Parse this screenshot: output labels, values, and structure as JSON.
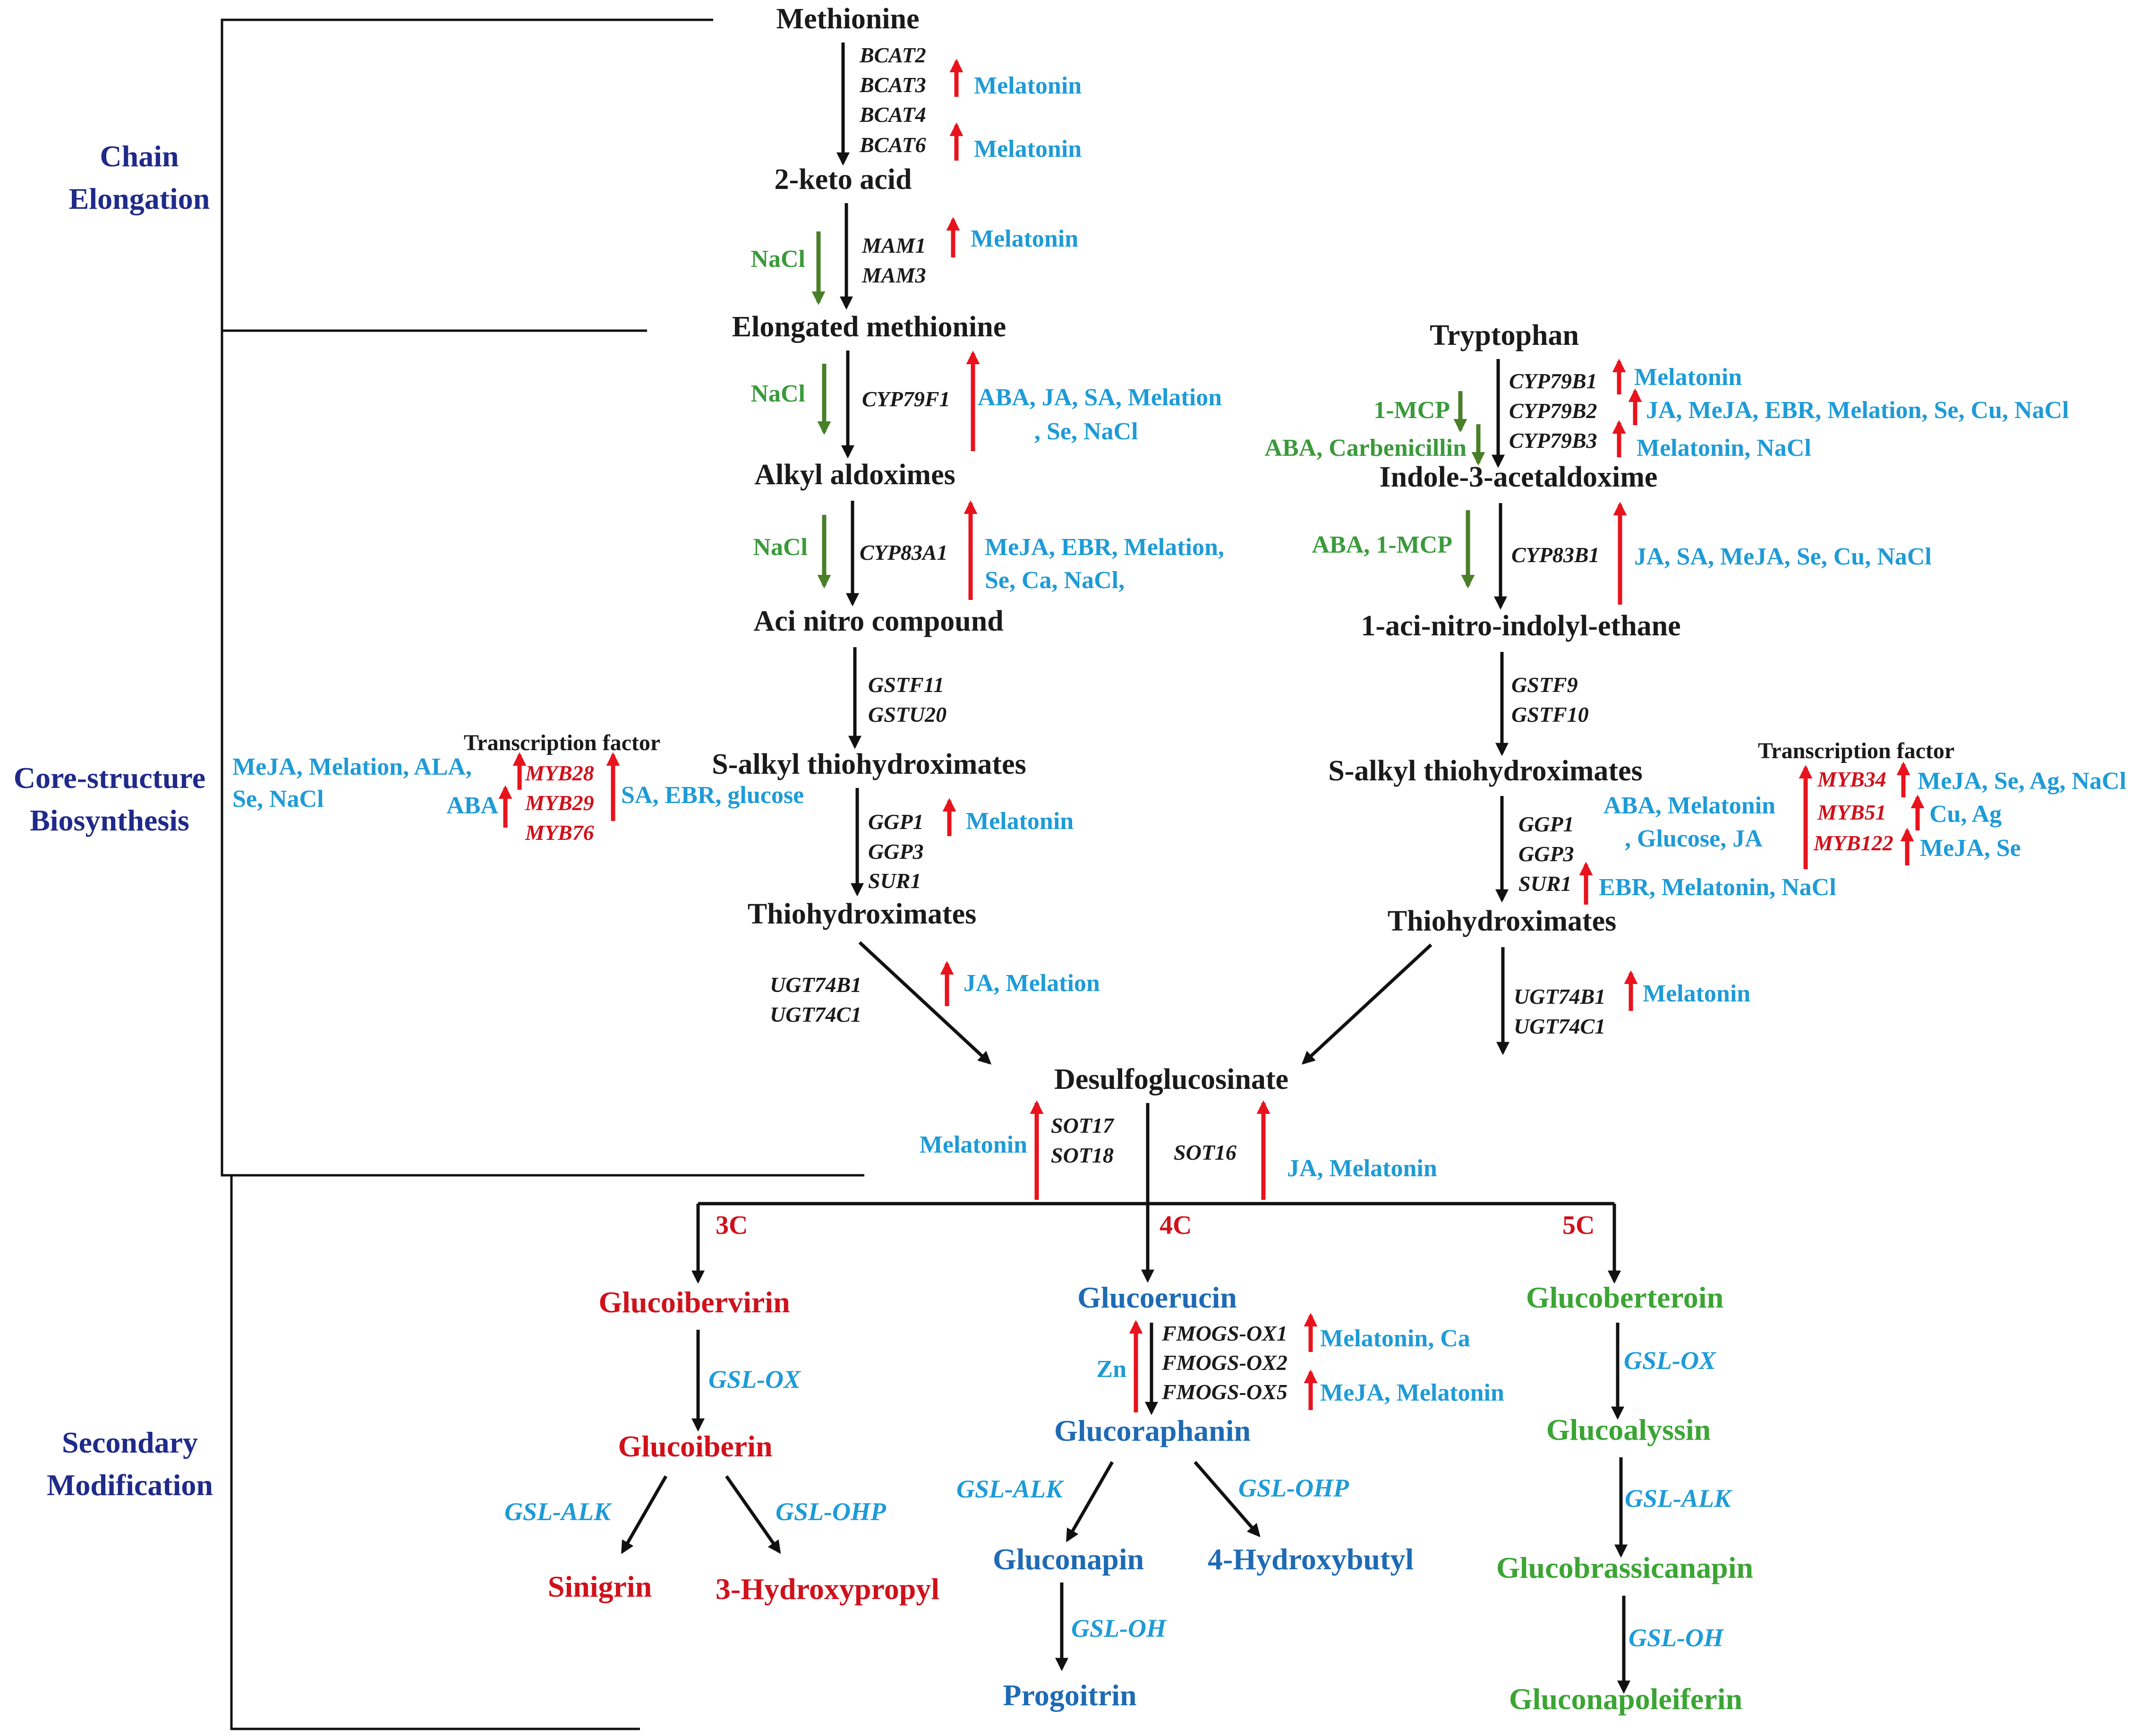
{
  "stages": {
    "chain": [
      "Chain",
      "Elongation"
    ],
    "core": [
      "Core-structure",
      "Biosynthesis"
    ],
    "secondary": [
      "Secondary",
      "Modification"
    ]
  },
  "aliphatic": {
    "methionine": "Methionine",
    "bcat_genes": [
      "BCAT2",
      "BCAT3",
      "BCAT4",
      "BCAT6"
    ],
    "bcat3_reg": "Melatonin",
    "bcat6_reg": "Melatonin",
    "keto_acid": "2-keto acid",
    "mam_genes": [
      "MAM1",
      "MAM3"
    ],
    "mam_down": "NaCl",
    "mam_up": "Melatonin",
    "elongated": "Elongated methionine",
    "cyp79f1": "CYP79F1",
    "cyp79f1_down": "NaCl",
    "cyp79f1_up": [
      "ABA, JA, SA, Melation",
      ", Se, NaCl"
    ],
    "alkyl_aldoximes": "Alkyl aldoximes",
    "cyp83a1": "CYP83A1",
    "cyp83a1_down": "NaCl",
    "cyp83a1_up": [
      "MeJA, EBR, Melation,",
      "Se, Ca, NaCl,"
    ],
    "aci_nitro": "Aci nitro compound",
    "gst_genes": [
      "GSTF11",
      "GSTU20"
    ],
    "s_alkyl": "S-alkyl thiohydroximates",
    "ggp_genes": [
      "GGP1",
      "GGP3",
      "SUR1"
    ],
    "ggp1_reg": "Melatonin",
    "thiohydroximates": "Thiohydroximates",
    "ugt_genes": [
      "UGT74B1",
      "UGT74C1"
    ],
    "ugt_reg": "JA, Melation",
    "tf_title": "Transcription factor",
    "tf_genes": [
      "MYB28",
      "MYB29",
      "MYB76"
    ],
    "tf_left_reg": [
      "MeJA, Melation, ALA,",
      "Se, NaCl"
    ],
    "tf_aba": "ABA",
    "tf_right_reg": "SA, EBR, glucose"
  },
  "indolic": {
    "tryptophan": "Tryptophan",
    "cyp79b_genes": [
      "CYP79B1",
      "CYP79B2",
      "CYP79B3"
    ],
    "cyp79b1_reg": "Melatonin",
    "cyp79b2_reg": "JA, MeJA, EBR, Melation, Se, Cu, NaCl",
    "cyp79b3_reg": "Melatonin, NaCl",
    "down_1mcp": "1-MCP",
    "down_aba_carb": "ABA, Carbenicillin",
    "iaox": "Indole-3-acetaldoxime",
    "cyp83b1": "CYP83B1",
    "cyp83b1_down": "ABA, 1-MCP",
    "cyp83b1_up": "JA, SA, MeJA, Se, Cu, NaCl",
    "aci_nitro_indolyl": "1-aci-nitro-indolyl-ethane",
    "gst_genes": [
      "GSTF9",
      "GSTF10"
    ],
    "s_alkyl": "S-alkyl thiohydroximates",
    "ggp_genes": [
      "GGP1",
      "GGP3",
      "SUR1"
    ],
    "ggp_reg": [
      "ABA, Melatonin",
      ", Glucose, JA"
    ],
    "sur1_reg": "EBR, Melatonin, NaCl",
    "thiohydroximates": "Thiohydroximates",
    "ugt_genes": [
      "UGT74B1",
      "UGT74C1"
    ],
    "ugt_reg": "Melatonin",
    "tf_title": "Transcription factor",
    "tf_genes": [
      "MYB34",
      "MYB51",
      "MYB122"
    ],
    "myb34_reg": "MeJA, Se, Ag, NaCl",
    "myb51_reg": "Cu, Ag",
    "myb122_reg": "MeJA, Se"
  },
  "desulfo": {
    "name": "Desulfoglucosinate",
    "sot_left_genes": [
      "SOT17",
      "SOT18"
    ],
    "sot_left_reg": "Melatonin",
    "sot16": "SOT16",
    "sot16_reg": "JA, Melatonin"
  },
  "secondary": {
    "c3": "3C",
    "c4": "4C",
    "c5": "5C",
    "glucoibervirin": "Glucoibervirin",
    "gsl_ox_3c": "GSL-OX",
    "glucoiberin": "Glucoiberin",
    "gsl_alk_3c": "GSL-ALK",
    "gsl_ohp_3c": "GSL-OHP",
    "sinigrin": "Sinigrin",
    "hydroxypropyl": "3-Hydroxypropyl",
    "glucoerucin": "Glucoerucin",
    "fmo_genes": [
      "FMOGS-OX1",
      "FMOGS-OX2",
      "FMOGS-OX5"
    ],
    "fmo_ox1_reg": "Melatonin,  Ca",
    "fmo_ox5_reg": "MeJA, Melatonin",
    "zn": "Zn",
    "glucoraphanin": "Glucoraphanin",
    "gsl_alk_4c": "GSL-ALK",
    "gsl_ohp_4c": "GSL-OHP",
    "gluconapin": "Gluconapin",
    "hydroxybutyl": "4-Hydroxybutyl",
    "gsl_oh_4c": "GSL-OH",
    "progoitrin": "Progoitrin",
    "glucoberteroin": "Glucoberteroin",
    "gsl_ox_5c": "GSL-OX",
    "glucoalyssin": "Glucoalyssin",
    "gsl_alk_5c": "GSL-ALK",
    "glucobrassicanapin": "Glucobrassicanapin",
    "gsl_oh_5c": "GSL-OH",
    "gluconapoleiferin": "Gluconapoleiferin"
  },
  "colors": {
    "metabolite": "#1a1a1a",
    "stage_label": "#1f2a8a",
    "regulator_up": "#1e9bd7",
    "regulator_down": "#3a9a3a",
    "arrow_up": "#e8131c",
    "arrow_down": "#4a7f2a",
    "branch_3c": "#d0111b",
    "branch_4c": "#1e6ab4",
    "branch_5c": "#3ba534"
  }
}
